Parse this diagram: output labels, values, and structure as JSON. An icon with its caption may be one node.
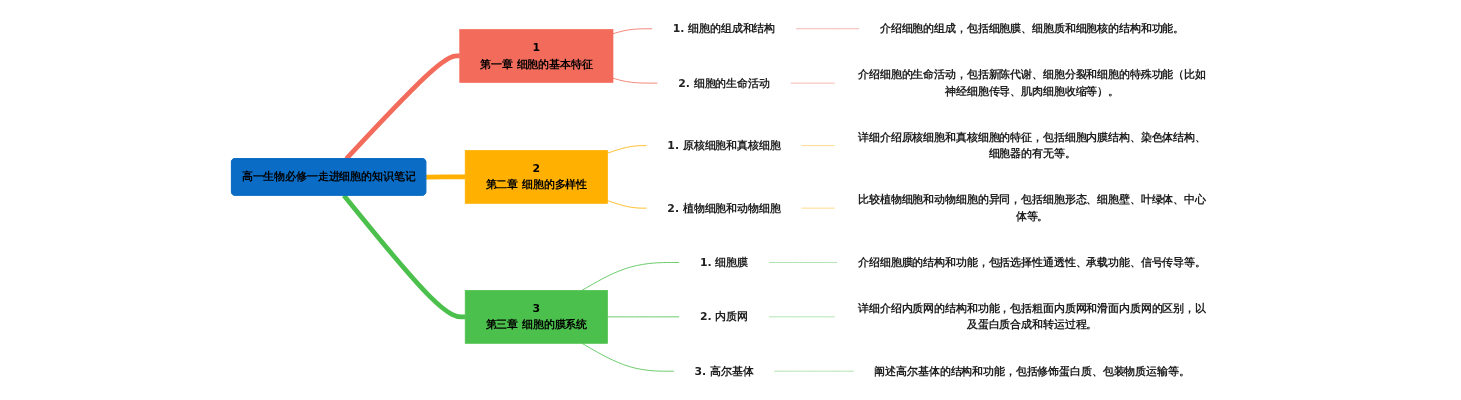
{
  "diagram": {
    "nodes": [
      {
        "text": [
          "高一生物必修一走进细胞的知识笔记"
        ]
      },
      {
        "text": [
          "1",
          "第一章 细胞的基本特征"
        ]
      },
      {
        "text": [
          "1. 细胞的组成和结构"
        ]
      },
      {
        "text": [
          "介绍细胞的组成，包括细胞膜、细胞质和细胞核的结构和功能。"
        ]
      },
      {
        "text": [
          "2. 细胞的生命活动"
        ]
      },
      {
        "text": [
          "介绍细胞的生命活动，包括新陈代谢、细胞分裂和细胞的特殊功能（比如神经细胞传导、肌肉细胞收缩等）。"
        ]
      },
      {
        "text": [
          "2",
          "第二章 细胞的多样性"
        ]
      },
      {
        "text": [
          "1. 原核细胞和真核细胞"
        ]
      },
      {
        "text": [
          "详细介绍原核细胞和真核细胞的特征，包括细胞内膜结构、染色体结构、细胞器的有无等。"
        ]
      },
      {
        "text": [
          "2. 植物细胞和动物细胞"
        ]
      },
      {
        "text": [
          "比较植物细胞和动物细胞的异同，包括细胞形态、细胞壁、叶绿体、中心体等。"
        ]
      },
      {
        "text": [
          "3",
          "第三章 细胞的膜系统"
        ]
      },
      {
        "text": [
          "1. 细胞膜"
        ]
      },
      {
        "text": [
          "介绍细胞膜的结构和功能，包括选择性通透性、承载功能、信号传导等。"
        ]
      },
      {
        "text": [
          "2. 内质网"
        ]
      },
      {
        "text": [
          "详细介绍内质网的结构和功能，包括粗面内质网和滑面内质网的区别，以及蛋白质合成和转运过程。"
        ]
      },
      {
        "text": [
          "3. 高尔基体"
        ]
      },
      {
        "text": [
          "阐述高尔基体的结构和功能，包括修饰蛋白质、包装物质运输等。"
        ]
      }
    ],
    "edges": [
      {
        "from": 0,
        "to": 1,
        "arrow": "none",
        "style": "thick",
        "color": "#f26b5b"
      },
      {
        "from": 1,
        "to": 2,
        "arrow": "none",
        "color": "#f26b5b"
      },
      {
        "from": 2,
        "to": 3,
        "arrow": "none",
        "color": "#f5a5a0"
      },
      {
        "from": 1,
        "to": 4,
        "arrow": "none",
        "color": "#f26b5b"
      },
      {
        "from": 4,
        "to": 5,
        "arrow": "none",
        "color": "#f5a5a0"
      },
      {
        "from": 0,
        "to": 6,
        "arrow": "none",
        "style": "thick",
        "color": "#ffb000"
      },
      {
        "from": 6,
        "to": 7,
        "arrow": "none",
        "color": "#ffb000"
      },
      {
        "from": 7,
        "to": 8,
        "arrow": "none",
        "color": "#ffd36b"
      },
      {
        "from": 6,
        "to": 9,
        "arrow": "none",
        "color": "#ffb000"
      },
      {
        "from": 9,
        "to": 10,
        "arrow": "none",
        "color": "#ffd36b"
      },
      {
        "from": 0,
        "to": 11,
        "arrow": "none",
        "style": "thick",
        "color": "#4cc04c"
      },
      {
        "from": 11,
        "to": 12,
        "arrow": "none",
        "color": "#4cc04c"
      },
      {
        "from": 12,
        "to": 13,
        "arrow": "none",
        "color": "#9edc9e"
      },
      {
        "from": 11,
        "to": 14,
        "arrow": "none",
        "color": "#4cc04c"
      },
      {
        "from": 14,
        "to": 15,
        "arrow": "none",
        "color": "#9edc9e"
      },
      {
        "from": 11,
        "to": 16,
        "arrow": "none",
        "color": "#4cc04c"
      },
      {
        "from": 16,
        "to": 17,
        "arrow": "none",
        "color": "#9edc9e"
      }
    ]
  }
}
